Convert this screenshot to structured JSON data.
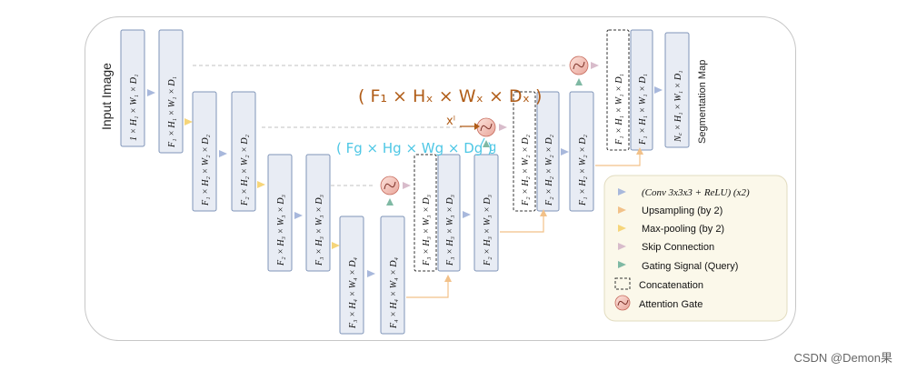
{
  "labels": {
    "input_image": "Input Image",
    "segmentation_map": "Segmentation Map"
  },
  "blocks": {
    "enc1_a": "1 × H₁ × W₁ × D₁",
    "enc1_b": "F₁ × H₁ × W₁ × D₁",
    "enc2_a": "F₁ × H₂ × W₂ × D₂",
    "enc2_b": "F₂ × H₂ × W₂ × D₂",
    "enc3_a": "F₂ × H₃ × W₃ × D₃",
    "enc3_b": "F₃ × H₃ × W₃ × D₃",
    "enc4_a": "F₃ × H₄ × W₄ × D₄",
    "enc4_b": "F₄ × H₄ × W₄ × D₄",
    "dec3_skip": "F₃ × H₃ × W₃ × D₃",
    "dec3_a": "F₃ × H₃ × W₃ × D₃",
    "dec3_b": "F₂ × H₃ × W₃ × D₃",
    "dec2_skip": "F₂ × H₂ × W₂ × D₂",
    "dec2_a": "F₂ × H₂ × W₂ × D₂",
    "dec2_b": "F₁ × H₂ × W₂ × D₂",
    "dec1_skip": "F₁ × H₁ × W₁ × D₁",
    "dec1_a": "F₁ × H₁ × W₁ × D₁",
    "out": "N꜀ × H₁ × W₁ × D₁"
  },
  "legend": {
    "conv": "(Conv 3x3x3 + ReLU) (x2)",
    "upsampling": "Upsampling (by 2)",
    "maxpool": "Max-pooling (by 2)",
    "skip": "Skip Connection",
    "gating": "Gating Signal (Query)",
    "concat": "Concatenation",
    "attention": "Attention Gate"
  },
  "annotations": {
    "orange_formula": "( F₁ × Hₓ × Wₓ × Dₓ )",
    "cyan_formula": "( Fg × Hg × Wg × Dg )",
    "x_label": "xˡ",
    "g_label": "g"
  },
  "colors": {
    "conv_arrow": "#a8b8dc",
    "upsample_arrow": "#f2c189",
    "maxpool_arrow": "#f6d57a",
    "skip_arrow": "#d8bccb",
    "gating_arrow": "#7fb9a4",
    "attention_gate": "#f3c7c0"
  },
  "watermark": "CSDN @Demon果"
}
